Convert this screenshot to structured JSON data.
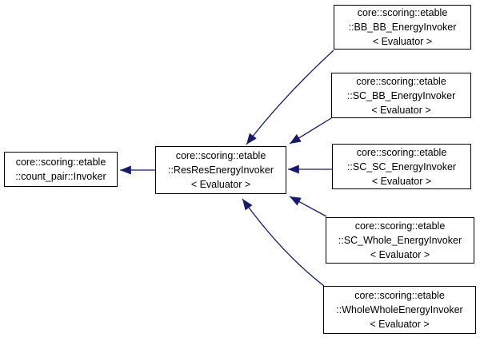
{
  "diagram": {
    "type": "inheritance-graph",
    "background": "#ffffff",
    "box_border_color": "#000000",
    "arrow_color": "#191970",
    "nodes": [
      {
        "id": "count-pair-invoker",
        "lines": [
          "core::scoring::etable",
          "::count_pair::Invoker"
        ]
      },
      {
        "id": "res-res-energy-invoker",
        "lines": [
          "core::scoring::etable",
          "::ResResEnergyInvoker",
          "< Evaluator >"
        ]
      },
      {
        "id": "bb-bb-energy-invoker",
        "lines": [
          "core::scoring::etable",
          "::BB_BB_EnergyInvoker",
          "< Evaluator >"
        ]
      },
      {
        "id": "sc-bb-energy-invoker",
        "lines": [
          "core::scoring::etable",
          "::SC_BB_EnergyInvoker",
          "< Evaluator >"
        ]
      },
      {
        "id": "sc-sc-energy-invoker",
        "lines": [
          "core::scoring::etable",
          "::SC_SC_EnergyInvoker",
          "< Evaluator >"
        ]
      },
      {
        "id": "sc-whole-energy-invoker",
        "lines": [
          "core::scoring::etable",
          "::SC_Whole_EnergyInvoker",
          "< Evaluator >"
        ]
      },
      {
        "id": "whole-whole-energy-invoker",
        "lines": [
          "core::scoring::etable",
          "::WholeWholeEnergyInvoker",
          "< Evaluator >"
        ]
      }
    ],
    "edges": [
      {
        "from": "res-res-energy-invoker",
        "to": "count-pair-invoker"
      },
      {
        "from": "bb-bb-energy-invoker",
        "to": "res-res-energy-invoker"
      },
      {
        "from": "sc-bb-energy-invoker",
        "to": "res-res-energy-invoker"
      },
      {
        "from": "sc-sc-energy-invoker",
        "to": "res-res-energy-invoker"
      },
      {
        "from": "sc-whole-energy-invoker",
        "to": "res-res-energy-invoker"
      },
      {
        "from": "whole-whole-energy-invoker",
        "to": "res-res-energy-invoker"
      }
    ]
  }
}
